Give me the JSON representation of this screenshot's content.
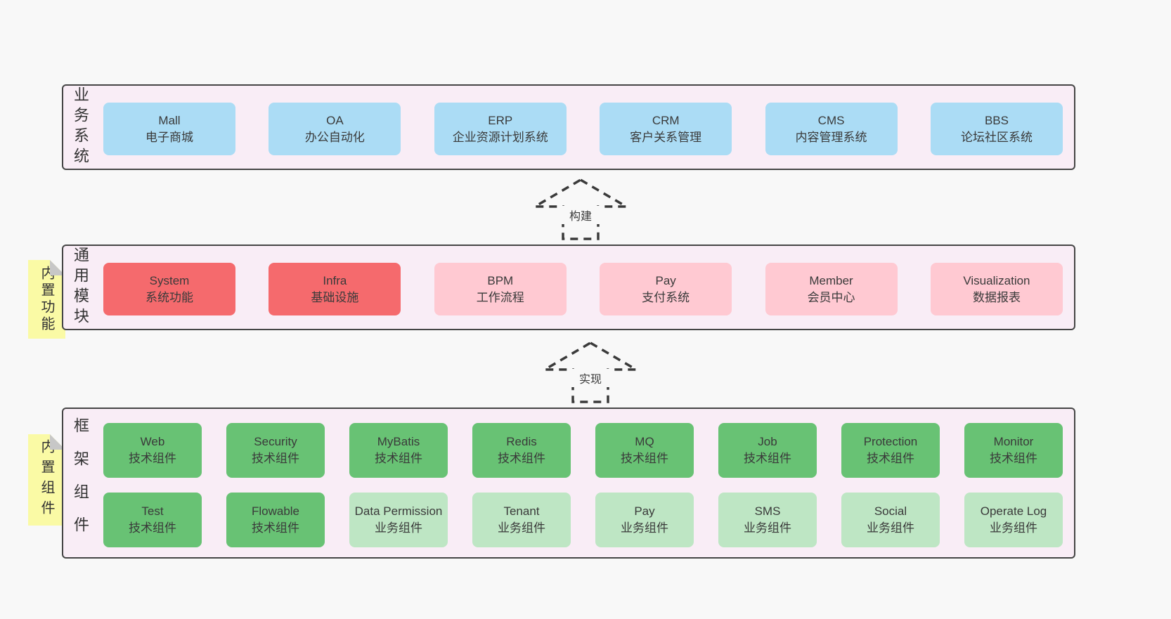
{
  "colors": {
    "pageBg": "#f8f8f8",
    "panelBg": "#f9edf6",
    "border": "#454545",
    "ink": "#3a3a3a",
    "blue": "#abdcf5",
    "red": "#f56a6d",
    "pink": "#ffc9d2",
    "green": "#68c274",
    "greenLight": "#bee6c4",
    "note": "#fafaa5"
  },
  "sections": {
    "business": {
      "label": "业务系统",
      "boxes": [
        {
          "name": "Mall",
          "desc": "电子商城"
        },
        {
          "name": "OA",
          "desc": "办公自动化"
        },
        {
          "name": "ERP",
          "desc": "企业资源计划系统"
        },
        {
          "name": "CRM",
          "desc": "客户关系管理"
        },
        {
          "name": "CMS",
          "desc": "内容管理系统"
        },
        {
          "name": "BBS",
          "desc": "论坛社区系统"
        }
      ]
    },
    "modules": {
      "label": "通用模块",
      "note": "内置功能",
      "boxes": [
        {
          "name": "System",
          "desc": "系统功能"
        },
        {
          "name": "Infra",
          "desc": "基础设施"
        },
        {
          "name": "BPM",
          "desc": "工作流程"
        },
        {
          "name": "Pay",
          "desc": "支付系统"
        },
        {
          "name": "Member",
          "desc": "会员中心"
        },
        {
          "name": "Visualization",
          "desc": "数据报表"
        }
      ]
    },
    "framework": {
      "label": "框架组件",
      "note": "内置组件",
      "rows": [
        {
          "boxes": [
            {
              "name": "Web",
              "desc": "技术组件"
            },
            {
              "name": "Security",
              "desc": "技术组件"
            },
            {
              "name": "MyBatis",
              "desc": "技术组件"
            },
            {
              "name": "Redis",
              "desc": "技术组件"
            },
            {
              "name": "MQ",
              "desc": "技术组件"
            },
            {
              "name": "Job",
              "desc": "技术组件"
            },
            {
              "name": "Protection",
              "desc": "技术组件"
            },
            {
              "name": "Monitor",
              "desc": "技术组件"
            }
          ]
        },
        {
          "boxes": [
            {
              "name": "Test",
              "desc": "技术组件"
            },
            {
              "name": "Flowable",
              "desc": "技术组件"
            },
            {
              "name": "Data Permission",
              "desc": "业务组件"
            },
            {
              "name": "Tenant",
              "desc": "业务组件"
            },
            {
              "name": "Pay",
              "desc": "业务组件"
            },
            {
              "name": "SMS",
              "desc": "业务组件"
            },
            {
              "name": "Social",
              "desc": "业务组件"
            },
            {
              "name": "Operate Log",
              "desc": "业务组件"
            }
          ]
        }
      ]
    }
  },
  "arrows": [
    {
      "label": "构建"
    },
    {
      "label": "实现"
    }
  ]
}
